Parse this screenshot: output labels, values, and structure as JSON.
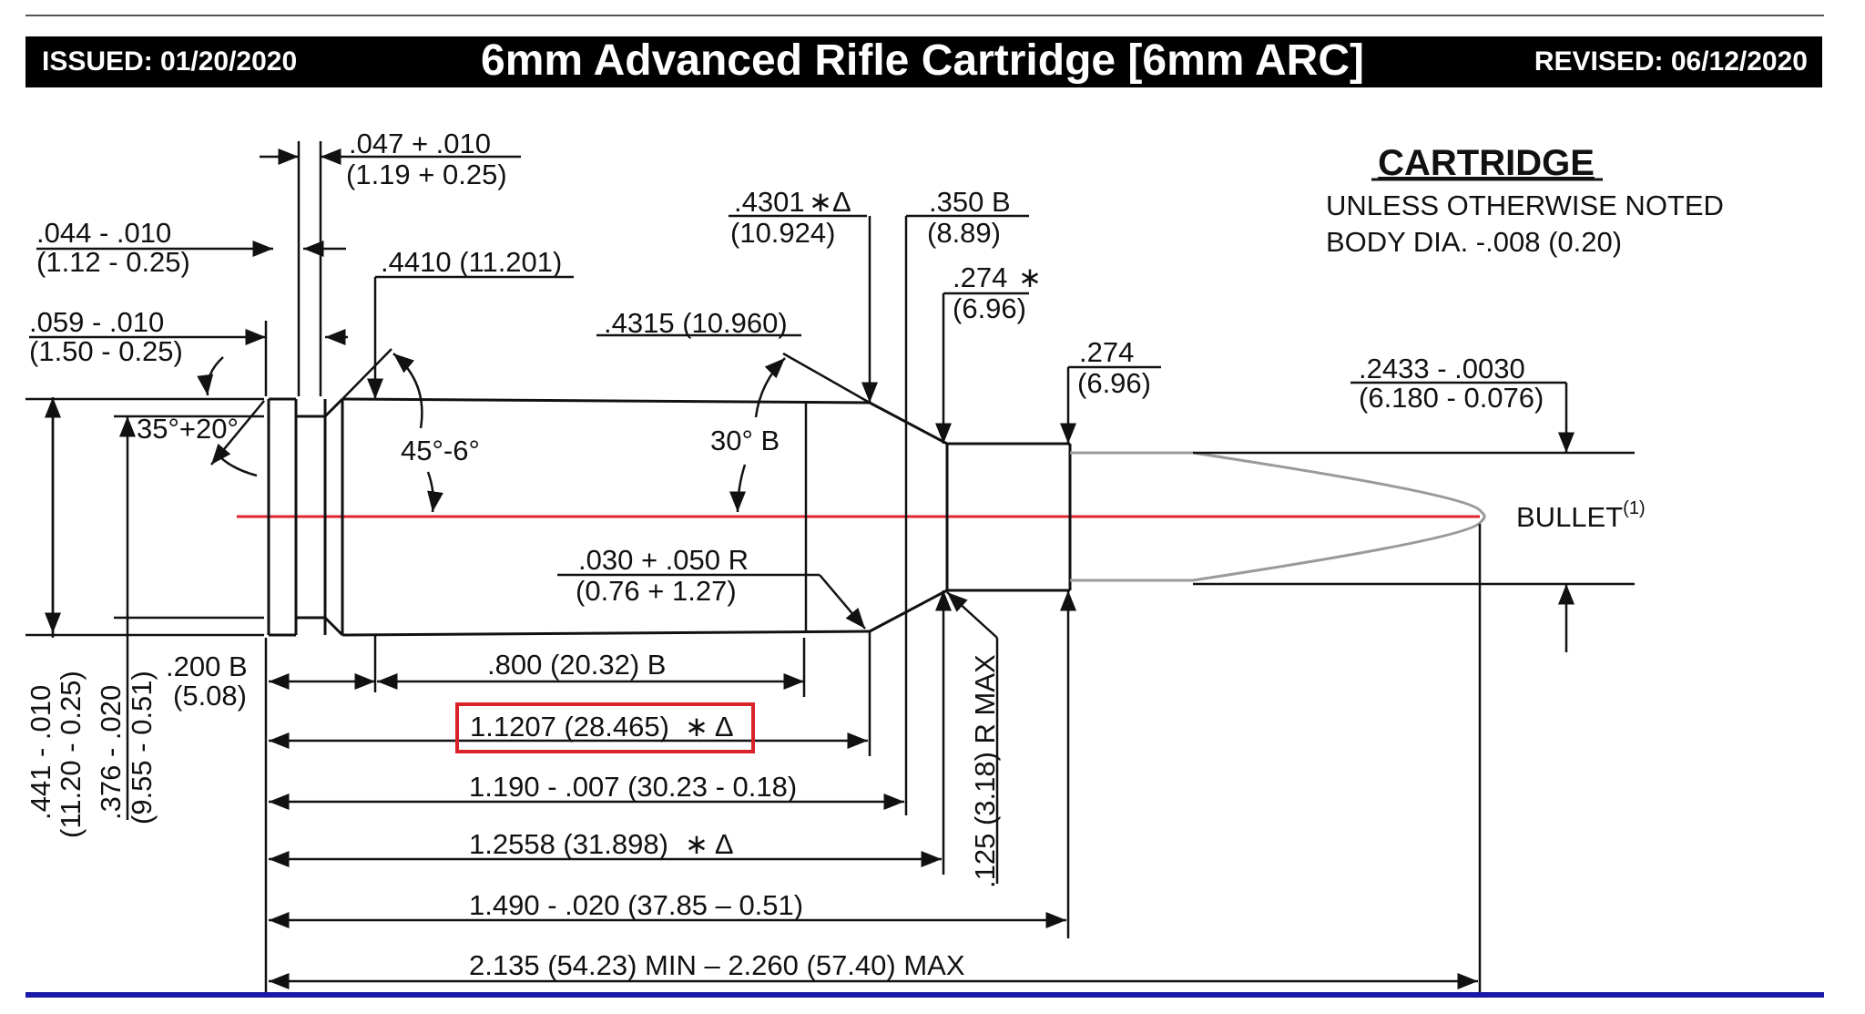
{
  "header": {
    "issued": "ISSUED:  01/20/2020",
    "title": "6mm Advanced Rifle Cartridge [6mm ARC]",
    "revised": "REVISED:  06/12/2020"
  },
  "notes": {
    "heading": "CARTRIDGE",
    "line1": "UNLESS OTHERWISE NOTED",
    "line2": "BODY DIA. -.008 (0.20)",
    "bullet": "BULLET",
    "bullet_sup": "(1)"
  },
  "dims": {
    "rim_thick_in": ".047 + .010",
    "rim_thick_mm": "(1.19 + 0.25)",
    "groove_w_in": ".044 - .010",
    "groove_w_mm": "(1.12 - 0.25)",
    "extractor_in": ".059 - .010",
    "extractor_mm": "(1.50 - 0.25)",
    "base_dia": ".4410 (11.201)",
    "shoulder_dia": ".4315 (10.960)",
    "head_dia_in": ".4301",
    "head_dia_mm": "(10.924)",
    "neck_len_in": ".350 B",
    "neck_len_mm": "(8.89)",
    "neck_dia_in": ".274",
    "neck_dia_mm": "(6.96)",
    "neck_dia2_in": ".274",
    "neck_dia2_mm": "(6.96)",
    "bullet_dia_in": ".2433 - .0030",
    "bullet_dia_mm": "(6.180 - 0.076)",
    "bevel_angle": "35°+20°",
    "taper_angle": "45°-6°",
    "shoulder_angle": "30° B",
    "radius_in": ".030 + .050 R",
    "radius_mm": "(0.76 + 1.27)",
    "rim_dia": ".441 - .010",
    "rim_dia_mm": "(11.20 - 0.25)",
    "groove_dia": ".376 - .020",
    "groove_dia_mm": "(9.55 - 0.51)",
    "radius_max": ".125 (3.18) R MAX",
    "len_200_in": ".200  B",
    "len_200_mm": "(5.08)",
    "len_800": ".800   (20.32) B",
    "len_11207": "1.1207 (28.465)",
    "len_1190": "1.190 - .007 (30.23 - 0.18)",
    "len_12558": "1.2558 (31.898)",
    "len_1490": "1.490 - .020 (37.85 – 0.51)",
    "len_oal": "2.135 (54.23) MIN – 2.260 (57.40) MAX"
  },
  "colors": {
    "header_bg": "#000000",
    "centerline": "#e0242c",
    "highlight_box": "#d8232a",
    "bottom_rule": "#1a1aa6",
    "bullet_outline": "#9a9a9a"
  }
}
